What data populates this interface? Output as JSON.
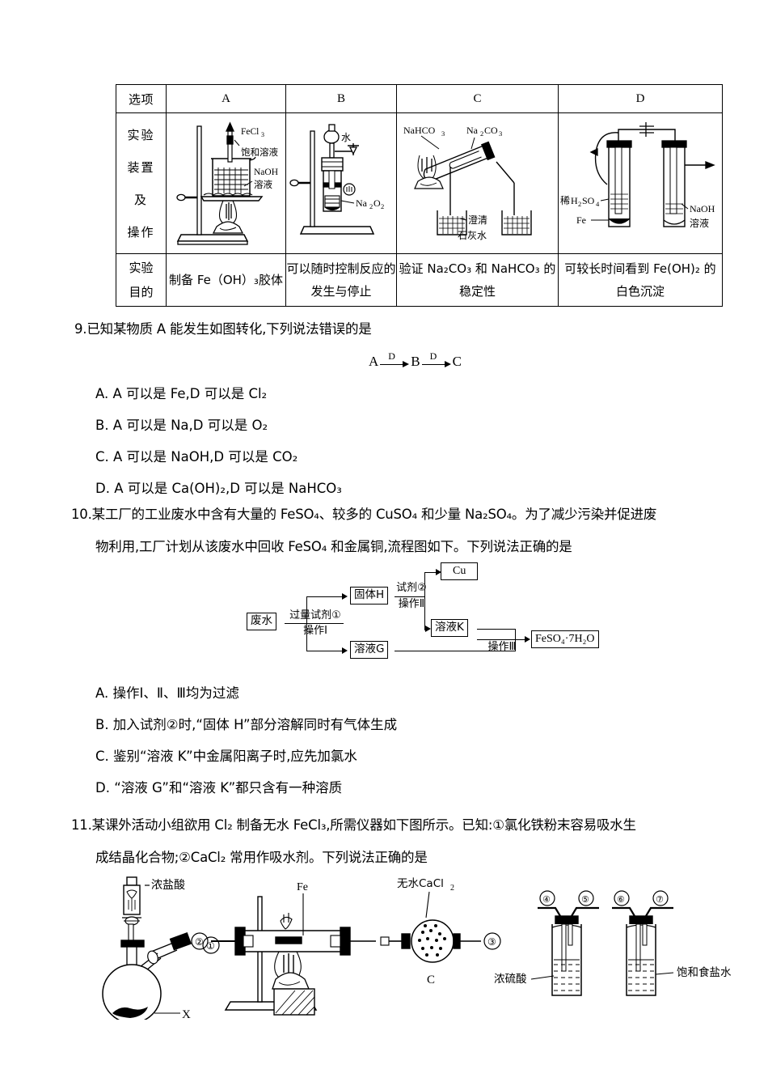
{
  "table": {
    "header": {
      "label": "选项",
      "columns": [
        "A",
        "B",
        "C",
        "D"
      ]
    },
    "device_row": {
      "label_chars": [
        "实验",
        "装置",
        "及",
        "操作"
      ],
      "cells": [
        {
          "option": "A",
          "annotations": [
            "FeCl₃",
            "饱和溶液",
            "NaOH",
            "溶液"
          ],
          "description": "铁架台上酒精灯加热烧杯中的NaOH溶液，用胶头滴管滴加FeCl₃饱和溶液"
        },
        {
          "option": "B",
          "annotations": [
            "水",
            "Na₂O₂"
          ],
          "description": "带活塞的简易启普发生器，上部加水，下部多孔塑料板上放Na₂O₂"
        },
        {
          "option": "C",
          "annotations": [
            "NaHCO₃",
            "Na₂CO₃",
            "澄清",
            "石灰水"
          ],
          "description": "大试管套小试管加热，导管分别通入两个盛澄清石灰水的烧杯"
        },
        {
          "option": "D",
          "annotations": [
            "稀H₂SO₄",
            "Fe",
            "NaOH",
            "溶液"
          ],
          "description": "两支试管由导管相连，左管装稀硫酸与铁，右管装NaOH溶液"
        }
      ]
    },
    "purpose_row": {
      "label_chars": [
        "实验",
        "目的"
      ],
      "cells": [
        "制备 Fe（OH）₃胶体",
        "可以随时控制反应的发生与停止",
        "验证 Na₂CO₃ 和 NaHCO₃ 的稳定性",
        "可较长时间看到 Fe(OH)₂ 的白色沉淀"
      ]
    }
  },
  "q9": {
    "stem": "9.已知某物质 A 能发生如图转化,下列说法错误的是",
    "diagram": {
      "nodes": [
        "A",
        "B",
        "C"
      ],
      "arrow_labels": [
        "D",
        "D"
      ]
    },
    "options": [
      "A. A 可以是 Fe,D 可以是 Cl₂",
      "B. A 可以是 Na,D 可以是 O₂",
      "C. A 可以是 NaOH,D 可以是 CO₂",
      "D. A 可以是 Ca(OH)₂,D 可以是 NaHCO₃"
    ]
  },
  "q10": {
    "stem_line1": "10.某工厂的工业废水中含有大量的 FeSO₄、较多的 CuSO₄ 和少量 Na₂SO₄。为了减少污染并促进废",
    "stem_line2": "物利用,工厂计划从该废水中回收 FeSO₄ 和金属铜,流程图如下。下列说法正确的是",
    "flowchart": {
      "boxes": {
        "waste": "废水",
        "solid_h": "固体H",
        "solution_g": "溶液G",
        "cu": "Cu",
        "solution_k": "溶液K",
        "product": "FeSO₄·7H₂O"
      },
      "labels": {
        "step1_top": "过量试剂①",
        "step1_bottom": "操作Ⅰ",
        "step2_top": "试剂②",
        "step2_bottom": "操作Ⅱ",
        "step3": "操作Ⅲ"
      }
    },
    "options": [
      "A. 操作Ⅰ、Ⅱ、Ⅲ均为过滤",
      "B. 加入试剂②时,“固体 H”部分溶解同时有气体生成",
      "C. 鉴别“溶液 K”中金属阳离子时,应先加氯水",
      "D. “溶液 G”和“溶液 K”都只含有一种溶质"
    ]
  },
  "q11": {
    "stem_line1": "11.某课外活动小组欲用 Cl₂ 制备无水 FeCl₃,所需仪器如下图所示。已知:①氯化铁粉末容易吸水生",
    "stem_line2": "成结晶化合物;②CaCl₂ 常用作吸水剂。下列说法正确的是",
    "apparatus": {
      "flask": {
        "reagent_label": "浓盐酸",
        "port_label": "①",
        "solid_label": "X"
      },
      "tube": {
        "left_port": "②",
        "right_port": "③",
        "sample_label": "Fe",
        "drier_label": "无水CaCl₂",
        "drier_id": "C"
      },
      "wash_bottle_1": {
        "left_port": "④",
        "right_port": "⑤",
        "reagent_label": "浓硫酸"
      },
      "wash_bottle_2": {
        "left_port": "⑥",
        "right_port": "⑦",
        "reagent_label": "饱和食盐水"
      }
    }
  }
}
